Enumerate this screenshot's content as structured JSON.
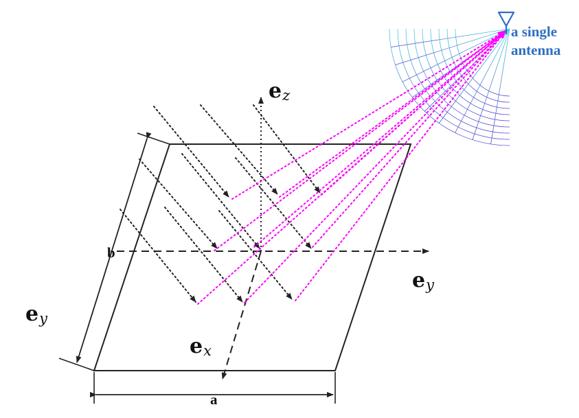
{
  "labels": {
    "ez_base": "e",
    "ez_sub": "z",
    "ey_right_base": "e",
    "ey_right_sub": "y",
    "ey_left_base": "e",
    "ey_left_sub": "y",
    "ex_base": "e",
    "ex_sub": "x",
    "a": "a",
    "b": "b",
    "antenna_line1": "a single",
    "antenna_line2": "antenna"
  },
  "colors": {
    "outline": "#222222",
    "incident_rays": "#222222",
    "reflected_rays": "#ff00ff",
    "antenna_text": "#2f6fc0",
    "antenna_icon": "#2f6fc0",
    "pattern_light": "#33ccdd",
    "pattern_dark": "#4433cc"
  }
}
